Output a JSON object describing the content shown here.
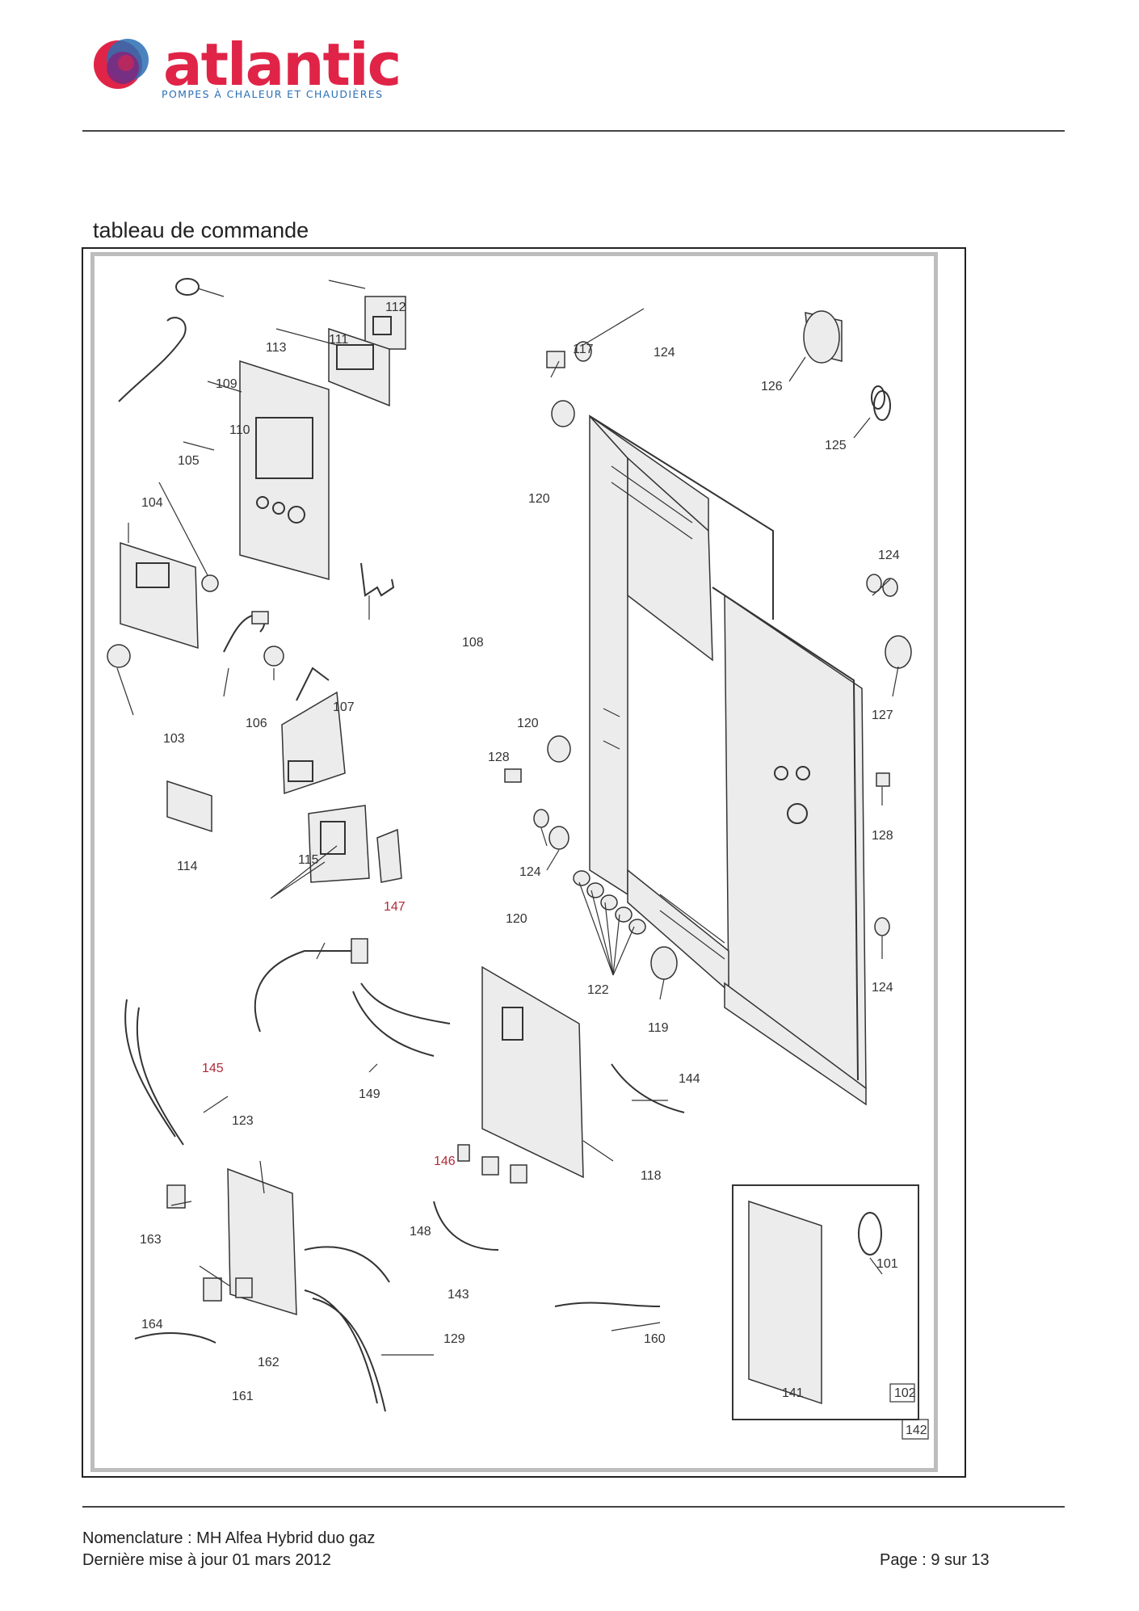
{
  "logo": {
    "wordmark": "atlantic",
    "tagline": "POMPES À CHALEUR ET CHAUDIÈRES",
    "colors": {
      "red": "#e02447",
      "purple": "#7b2a7f",
      "blue": "#2a6fb4"
    }
  },
  "section_title": "tableau de commande",
  "diagram": {
    "parts": {
      "p101": "101",
      "p102": "102",
      "p103": "103",
      "p104": "104",
      "p105": "105",
      "p106": "106",
      "p107": "107",
      "p108": "108",
      "p109": "109",
      "p110": "110",
      "p111": "111",
      "p112": "112",
      "p113": "113",
      "p114": "114",
      "p115": "115",
      "p117": "117",
      "p118": "118",
      "p119": "119",
      "p120a": "120",
      "p120b": "120",
      "p120c": "120",
      "p122": "122",
      "p123": "123",
      "p124a": "124",
      "p124b": "124",
      "p124c": "124",
      "p124d": "124",
      "p125": "125",
      "p126": "126",
      "p127": "127",
      "p128a": "128",
      "p128b": "128",
      "p129": "129",
      "p141": "141",
      "p142": "142",
      "p143": "143",
      "p144": "144",
      "p145": "145",
      "p146": "146",
      "p147": "147",
      "p148": "148",
      "p149": "149",
      "p160": "160",
      "p161": "161",
      "p162": "162",
      "p163": "163",
      "p164": "164"
    }
  },
  "footer": {
    "nomenclature": "Nomenclature : MH Alfea Hybrid duo gaz",
    "updated": "Dernière mise à jour 01 mars 2012",
    "page": "Page : 9 sur 13"
  }
}
